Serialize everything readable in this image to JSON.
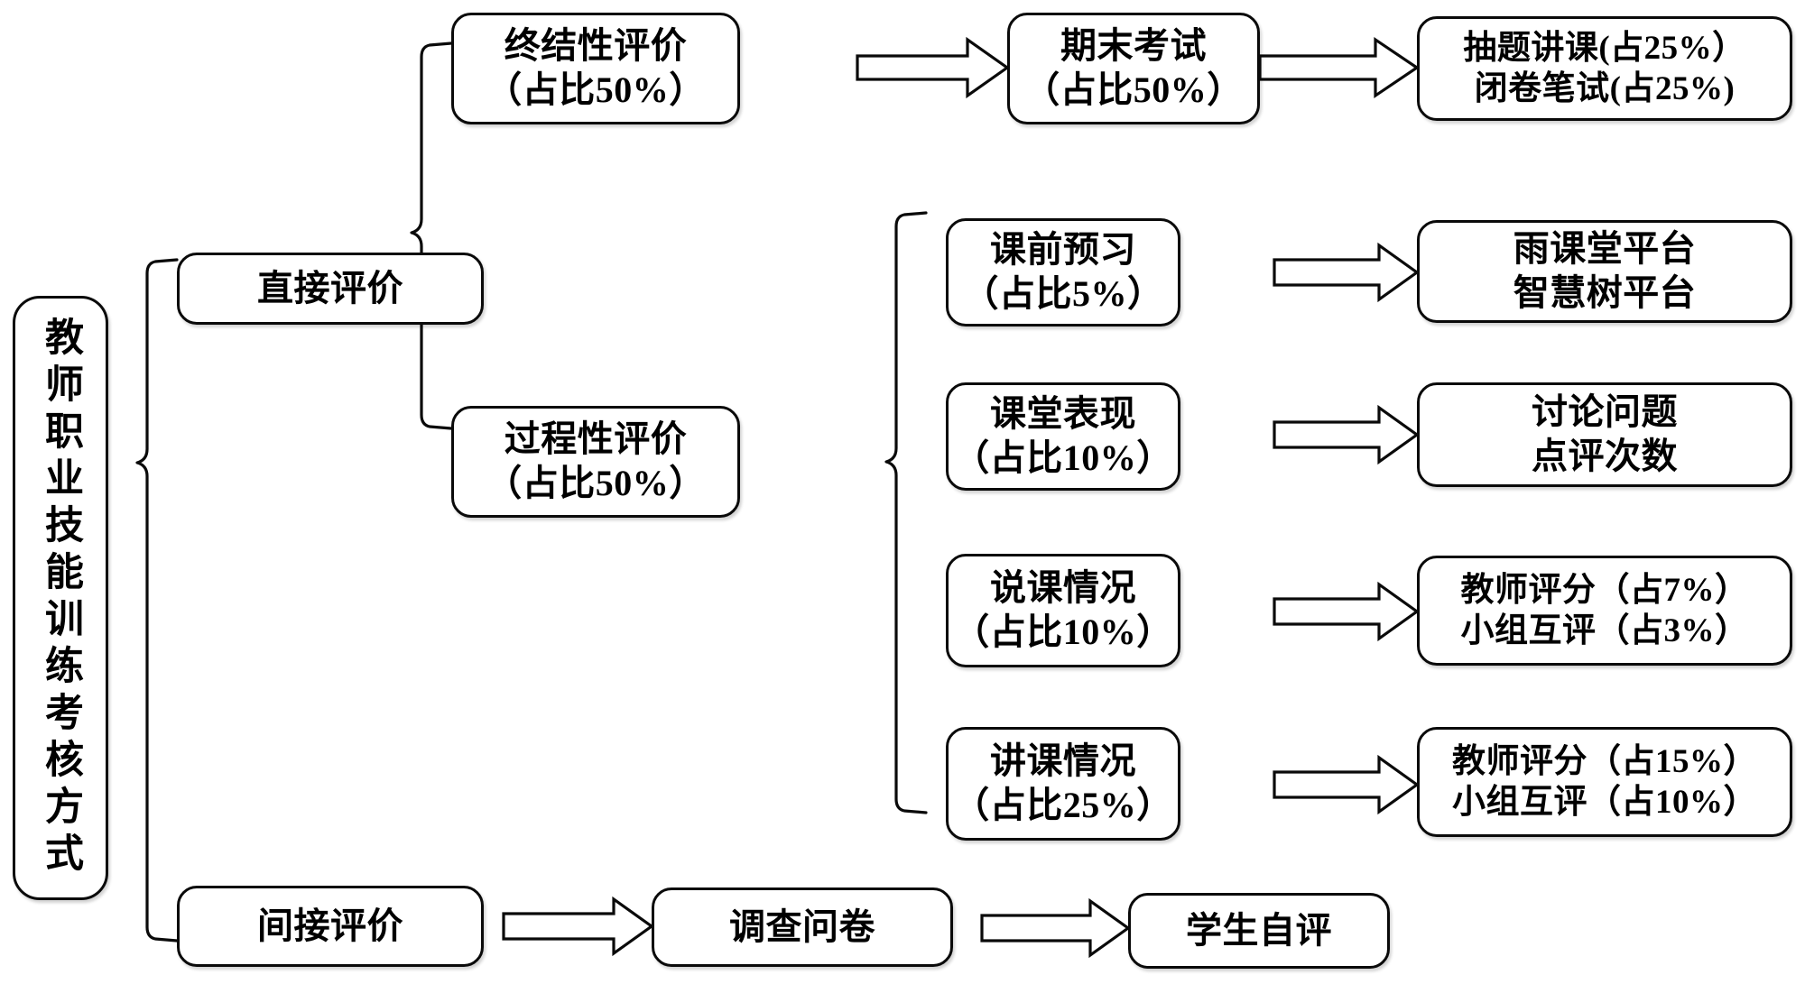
{
  "diagram": {
    "title": "教师职业技能训练考核方式",
    "type": "flowchart",
    "background_color": "#ffffff",
    "stroke_color": "#0a0a0a",
    "root": {
      "label": "教师职业技能训练考核方式",
      "orientation": "vertical"
    },
    "nodes": {
      "direct_eval": "直接评价",
      "indirect_eval": "间接评价",
      "summative": "终结性评价\n（占比50%）",
      "process": "过程性评价\n（占比50%）",
      "final_exam": "期末考试\n（占比50%）",
      "exam_detail": "抽题讲课(占25%）\n闭卷笔试(占25%)",
      "preview": "课前预习\n（占比5%）",
      "preview_detail": "雨课堂平台\n智慧树平台",
      "class_perf": "课堂表现\n（占比10%）",
      "class_perf_detail": "讨论问题\n点评次数",
      "lesson_talk": "说课情况\n（占比10%）",
      "lesson_talk_detail": "教师评分（占7%）\n小组互评（占3%）",
      "teaching": "讲课情况\n（占比25%）",
      "teaching_detail": "教师评分（占15%）\n小组互评（占10%）",
      "questionnaire": "调查问卷",
      "self_eval": "学生自评"
    },
    "connectors": {
      "brace_root_label": "root-brace",
      "brace_direct_label": "direct-eval-brace",
      "brace_process_label": "process-eval-brace",
      "arrow_label": "block-arrow"
    }
  }
}
